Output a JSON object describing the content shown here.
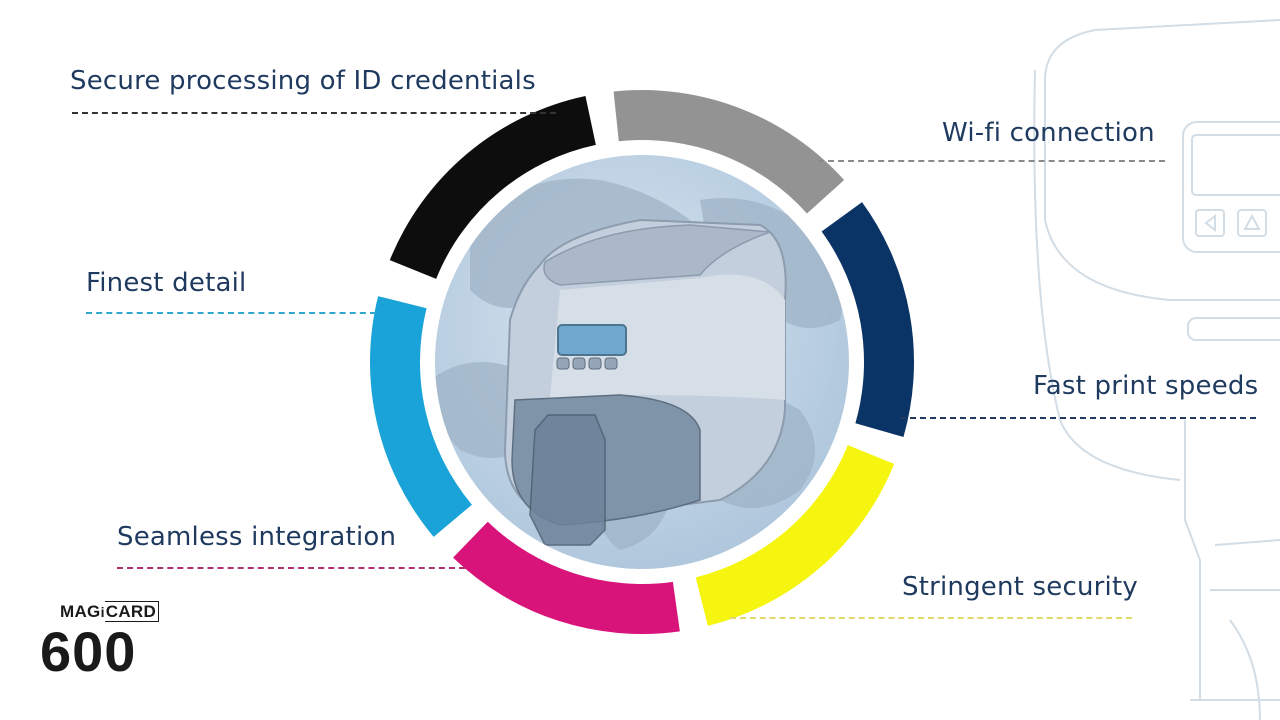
{
  "features": [
    {
      "id": "secure",
      "label": "Secure processing of ID credentials",
      "segment_color": "#0d0d0d",
      "line_color": "#333333"
    },
    {
      "id": "wifi",
      "label": "Wi-fi connection",
      "segment_color": "#939393",
      "line_color": "#8a8a8a"
    },
    {
      "id": "speed",
      "label": "Fast print speeds",
      "segment_color": "#0b3466",
      "line_color": "#1f3a5f"
    },
    {
      "id": "security",
      "label": "Stringent security",
      "segment_color": "#f5f50f",
      "line_color": "#e3d96a"
    },
    {
      "id": "integration",
      "label": "Seamless integration",
      "segment_color": "#d8137a",
      "line_color": "#b0306f"
    },
    {
      "id": "detail",
      "label": "Finest detail",
      "segment_color": "#1aa3d9",
      "line_color": "#2fa7cf"
    }
  ],
  "logo": {
    "brand_prefix": "MAG",
    "brand_mark": "i",
    "brand_suffix": "CARD",
    "model": "600"
  },
  "colors": {
    "text": "#1f3a5f",
    "globe": "#b9cfe2",
    "land": "#9eb3c7"
  }
}
